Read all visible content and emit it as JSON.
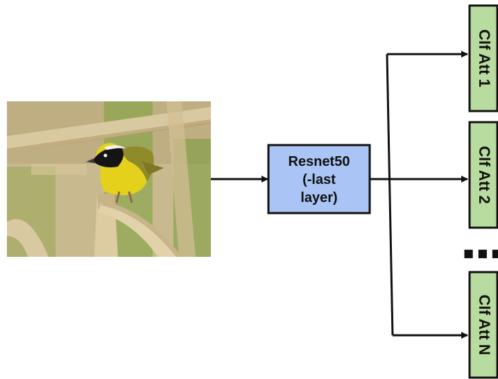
{
  "input_image": {
    "subject": "photo of a yellow bird with a black mask perched on a reed",
    "colors": {
      "background_top": "#c8b98e",
      "background_green": "#7aa23a",
      "reed": "#d9c9a0",
      "reed_shadow": "#b39a6c",
      "bird_yellow": "#e3d11c",
      "bird_olive": "#8f8a2a",
      "bird_mask": "#141414"
    }
  },
  "backbone": {
    "lines": [
      "Resnet50",
      "(-last",
      "layer)"
    ],
    "fill": "#a9c4f5",
    "stroke": "#111111"
  },
  "classifiers": {
    "fill": "#b8dba0",
    "stroke": "#111111",
    "items": [
      {
        "label": "Clf Att 1"
      },
      {
        "label": "Clf Att 2"
      },
      {
        "label": "Clf Att N"
      }
    ]
  },
  "ellipsis": "■ ■ ■",
  "colors": {
    "arrow": "#111111"
  }
}
